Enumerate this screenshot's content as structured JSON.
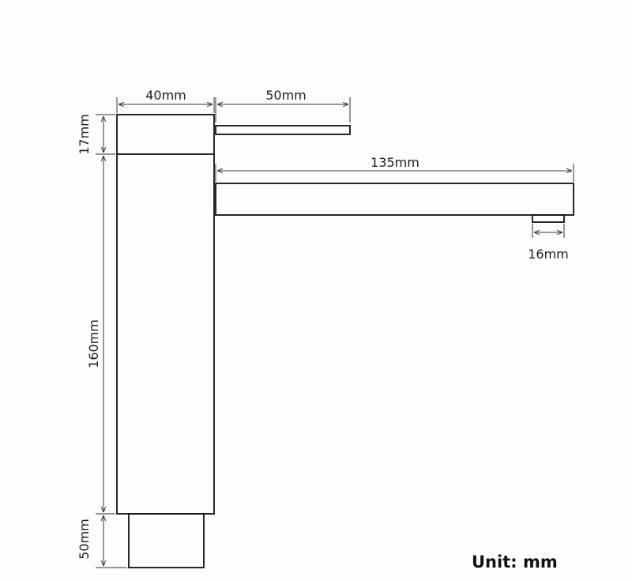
{
  "dimensions": {
    "body_width": "40mm",
    "handle_length": "50mm",
    "spout_length": "135mm",
    "aerator_width": "16mm",
    "cap_height": "17mm",
    "body_height": "160mm",
    "base_height": "50mm"
  },
  "unit_label": "Unit: mm"
}
